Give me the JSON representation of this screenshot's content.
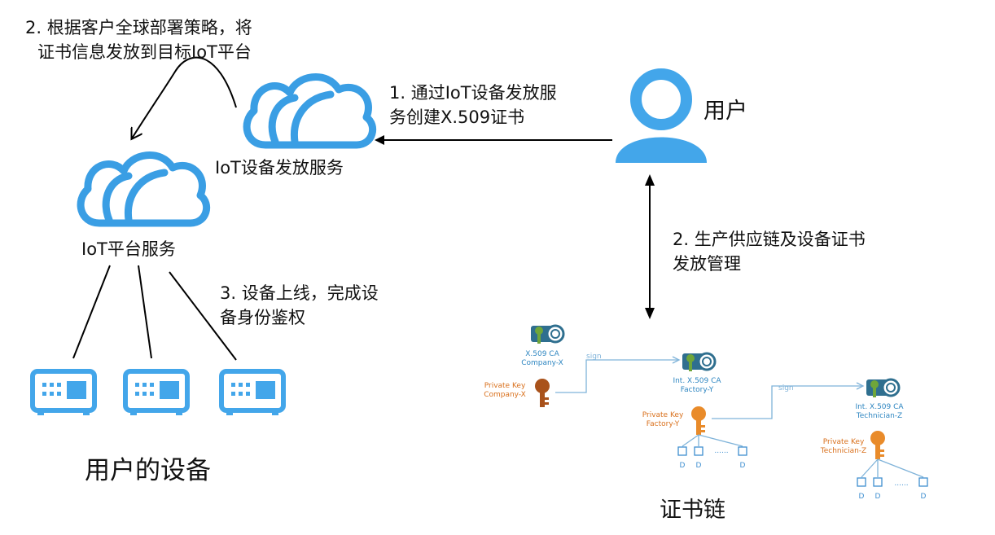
{
  "steps": {
    "step1_line1": "1. 通过IoT设备发放服",
    "step1_line2": "务创建X.509证书",
    "step2_line1": "2. 根据客户全球部署策略，将",
    "step2_line2": "证书信息发放到目标IoT平台",
    "step2b_line1": "2. 生产供应链及设备证书",
    "step2b_line2": "发放管理",
    "step3_line1": "3. 设备上线，完成设",
    "step3_line2": "备身份鉴权"
  },
  "nodes": {
    "provisioning_service": "IoT设备发放服务",
    "platform_service": "IoT平台服务",
    "user": "用户",
    "devices": "用户的设备",
    "cert_chain": "证书链"
  },
  "chain": {
    "root_ca_line1": "X.509 CA",
    "root_ca_line2": "Company-X",
    "root_key_line1": "Private Key",
    "root_key_line2": "Company-X",
    "int_ca1_line1": "Int. X.509 CA",
    "int_ca1_line2": "Factory-Y",
    "key1_line1": "Private Key",
    "key1_line2": "Factory-Y",
    "int_ca2_line1": "Int. X.509 CA",
    "int_ca2_line2": "Technician-Z",
    "key2_line1": "Private Key",
    "key2_line2": "Technician-Z",
    "sign_label": "sign",
    "device_label": "D",
    "ellipsis": "......"
  },
  "colors": {
    "cloud_blue": "#3a9ee4",
    "icon_blue": "#43a6ea",
    "teal": "#2f6f8f",
    "green": "#6fa63a",
    "key_brown": "#a9521b",
    "key_orange": "#e98b2a",
    "chain_line": "#7fb3d9",
    "chain_text_blue": "#2e86c1",
    "chain_text_orange": "#d9701c"
  }
}
